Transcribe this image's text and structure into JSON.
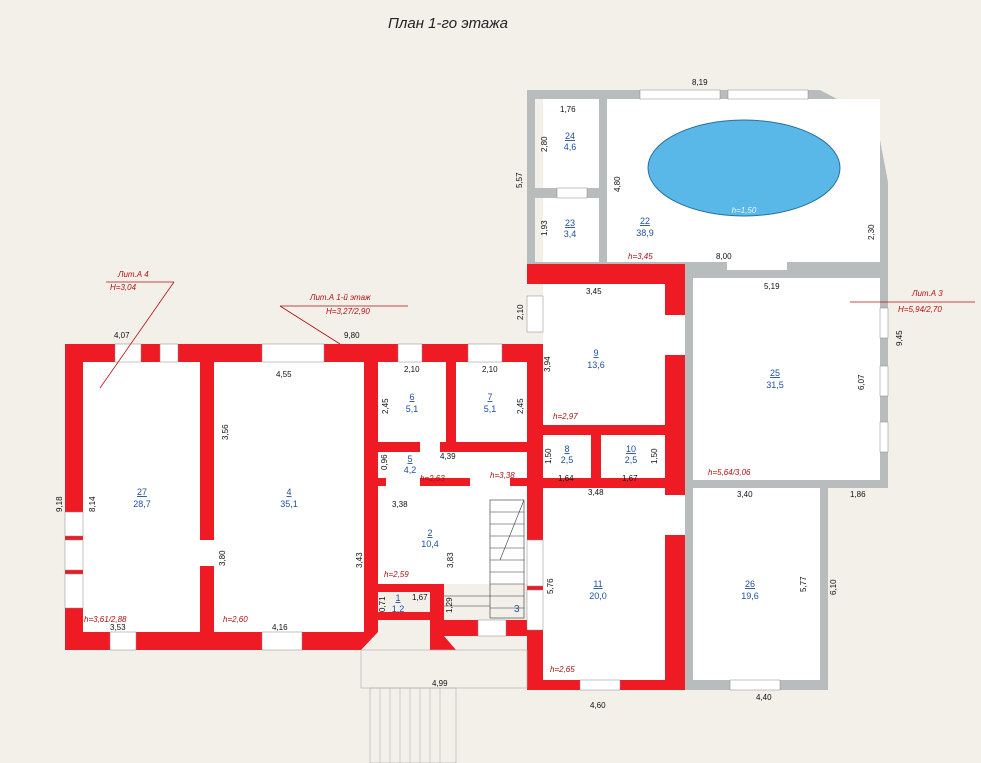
{
  "title": "План 1-го этажа",
  "pool_label": "h=1,50",
  "stair_label": "3",
  "rooms": [
    {
      "id": "1",
      "num": "1",
      "area": "1,2"
    },
    {
      "id": "2",
      "num": "2",
      "area": "10,4"
    },
    {
      "id": "4",
      "num": "4",
      "area": "35,1"
    },
    {
      "id": "5",
      "num": "5",
      "area": "4,2"
    },
    {
      "id": "6",
      "num": "6",
      "area": "5,1"
    },
    {
      "id": "7",
      "num": "7",
      "area": "5,1"
    },
    {
      "id": "8",
      "num": "8",
      "area": "2,5"
    },
    {
      "id": "9",
      "num": "9",
      "area": "13,6"
    },
    {
      "id": "10",
      "num": "10",
      "area": "2,5"
    },
    {
      "id": "11",
      "num": "11",
      "area": "20,0"
    },
    {
      "id": "22",
      "num": "22",
      "area": "38,9"
    },
    {
      "id": "23",
      "num": "23",
      "area": "3,4"
    },
    {
      "id": "24",
      "num": "24",
      "area": "4,6"
    },
    {
      "id": "25",
      "num": "25",
      "area": "31,5"
    },
    {
      "id": "26",
      "num": "26",
      "area": "19,6"
    },
    {
      "id": "27",
      "num": "27",
      "area": "28,7"
    }
  ],
  "dimensions": [
    "8,19",
    "1,76",
    "2,80",
    "5,57",
    "4,80",
    "1,93",
    "2,30",
    "8,00",
    "3,45",
    "2,10",
    "5,19",
    "9,45",
    "4,07",
    "9,80",
    "4,55",
    "2,10",
    "2,10",
    "3,56",
    "2,45",
    "2,45",
    "3,94",
    "6,07",
    "0,96",
    "4,39",
    "1,50",
    "1,50",
    "9,18",
    "8,14",
    "3,38",
    "1,64",
    "3,48",
    "1,67",
    "3,40",
    "1,86",
    "3,80",
    "3,43",
    "3,83",
    "5,76",
    "5,77",
    "6,10",
    "0,71",
    "1,67",
    "1,29",
    "3,53",
    "4,16",
    "4,99",
    "4,60",
    "4,40"
  ],
  "heights": [
    "h=3,45",
    "h=2,97",
    "h=2,63",
    "h=3,38",
    "h=2,59",
    "h=3,61/2,88",
    "h=2,60",
    "h=2,65",
    "h=5,64/3,06"
  ],
  "liters": [
    {
      "name": "Лит.А 4",
      "h": "Н=3,04"
    },
    {
      "name": "Лит.А 1-й этаж",
      "h": "Н=3,27/2,90"
    },
    {
      "name": "Лит.А 3",
      "h": "Н=5,94/2,70"
    }
  ]
}
